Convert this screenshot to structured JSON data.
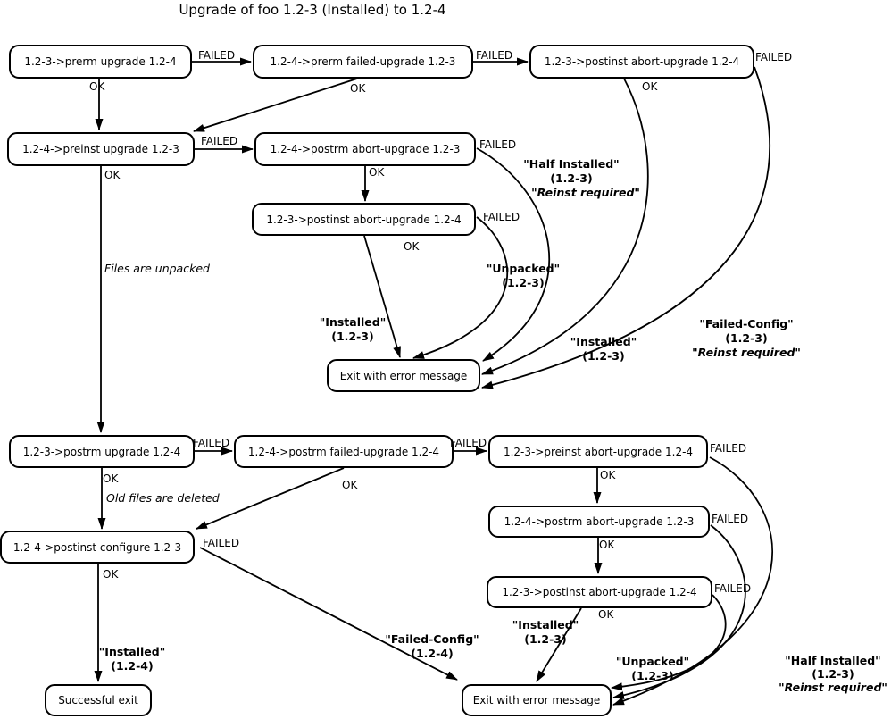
{
  "title": "Upgrade of foo 1.2-3 (Installed) to 1.2-4",
  "nodes": {
    "a1": "1.2-3->prerm upgrade 1.2-4",
    "a2": "1.2-4->prerm failed-upgrade 1.2-3",
    "a3": "1.2-3->postinst abort-upgrade 1.2-4",
    "b1": "1.2-4->preinst upgrade 1.2-3",
    "b2": "1.2-4->postrm abort-upgrade 1.2-3",
    "b3": "1.2-3->postinst abort-upgrade 1.2-4",
    "exit1": "Exit with error message",
    "c1": "1.2-3->postrm upgrade 1.2-4",
    "c2": "1.2-4->postrm failed-upgrade 1.2-4",
    "c3": "1.2-3->preinst abort-upgrade 1.2-4",
    "c4": "1.2-4->postrm abort-upgrade 1.2-3",
    "c5": "1.2-3->postinst abort-upgrade 1.2-4",
    "d1": "1.2-4->postinst configure 1.2-3",
    "success": "Successful exit",
    "exit2": "Exit with error message"
  },
  "edge_labels": {
    "ok": "OK",
    "failed": "FAILED"
  },
  "notes": {
    "files_unpacked": "Files are unpacked",
    "old_files_deleted": "Old files are deleted"
  },
  "states": {
    "halfinst_b2": {
      "lines": [
        "\"Half Installed\"",
        "(1.2-3)",
        "\"Reinst required\""
      ]
    },
    "unpacked_b3": {
      "lines": [
        "\"Unpacked\"",
        "(1.2-3)"
      ]
    },
    "installed_b3": {
      "lines": [
        "\"Installed\"",
        "(1.2-3)"
      ]
    },
    "installed_a3": {
      "lines": [
        "\"Installed\"",
        "(1.2-3)"
      ]
    },
    "failedconfig_a3": {
      "lines": [
        "\"Failed-Config\"",
        "(1.2-3)",
        "\"Reinst required\""
      ]
    },
    "installed_d1": {
      "lines": [
        "\"Installed\"",
        "(1.2-4)"
      ]
    },
    "failedconfig_d1": {
      "lines": [
        "\"Failed-Config\"",
        "(1.2-4)"
      ]
    },
    "installed_c5": {
      "lines": [
        "\"Installed\"",
        "(1.2-3)"
      ]
    },
    "unpacked_c5": {
      "lines": [
        "\"Unpacked\"",
        "(1.2-3)"
      ]
    },
    "halfinst_c3": {
      "lines": [
        "\"Half Installed\"",
        "(1.2-3)",
        "\"Reinst required\""
      ]
    }
  }
}
